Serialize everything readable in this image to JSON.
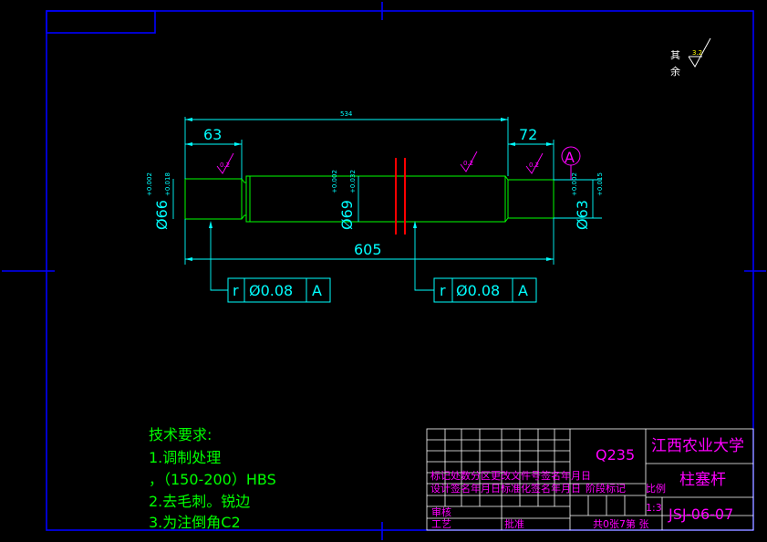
{
  "colors": {
    "frame": "#0000ff",
    "part": "#00ff00",
    "dim": "#00ffff",
    "section": "#ff0000",
    "text_magenta": "#ff00ff",
    "text_white": "#ffffff",
    "notes": "#00ff00",
    "background": "#000000"
  },
  "surface_symbol": {
    "label_top": "其",
    "label_bottom": "余",
    "value": "3.2"
  },
  "dimensions": {
    "overall_top": "534",
    "left_length": "63",
    "right_length": "72",
    "overall_bottom": "605",
    "dia_left": "Ø66",
    "dia_left_tol_upper": "+0.018",
    "dia_left_tol_lower": "+0.002",
    "dia_mid": "Ø69",
    "dia_mid_tol_upper": "+0.032",
    "dia_mid_tol_lower": "+0.002",
    "dia_right": "Ø63",
    "dia_right_tol_upper": "+0.015",
    "dia_right_tol_lower": "+0.002",
    "roughness_1": "0.2",
    "roughness_2": "0.2",
    "roughness_3": "0.2"
  },
  "datum": {
    "label": "A"
  },
  "tolerance_frames": [
    {
      "symbol": "r",
      "value": "Ø0.08",
      "datum": "A"
    },
    {
      "symbol": "r",
      "value": "Ø0.08",
      "datum": "A"
    }
  ],
  "notes": {
    "title": "技术要求:",
    "line1": "1.调制处理",
    "line2": "，（150-200）HBS",
    "line3": "2.去毛刺。锐边",
    "line4": "3.为注倒角C2"
  },
  "title_block": {
    "material": "Q235",
    "school": "江西农业大学",
    "part_name": "柱塞杆",
    "drawing_no": "JSJ-06-07",
    "scale_label": "比例",
    "scale": "1:3",
    "row_mark": "标记处数分区更改文件号签名年月日",
    "row_design": "设计签名年月日标准化签名年月日",
    "stage_label": "阶段标记",
    "row_check": "审核",
    "row_process": "工艺",
    "approve": "批准",
    "sheets": "共0张7第  张"
  }
}
